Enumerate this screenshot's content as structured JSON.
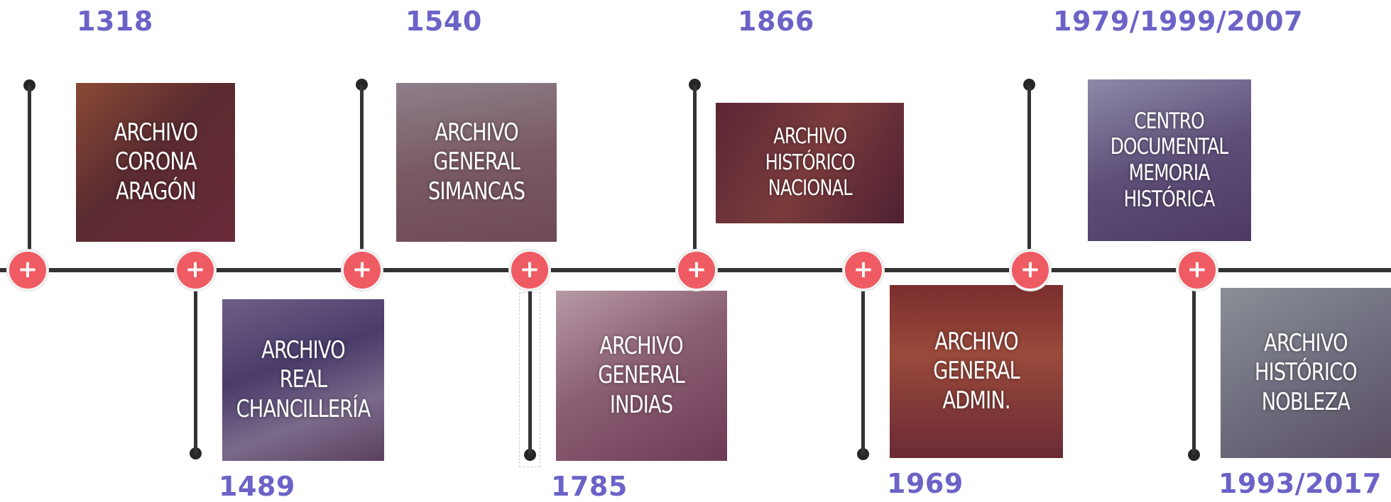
{
  "timeline": {
    "events": [
      {
        "year": "1318",
        "label": "ARCHIVO\nCORONA\nARAGÓN",
        "position": "above"
      },
      {
        "year": "1489",
        "label": "ARCHIVO\nREAL\nCHANCILLERÍA",
        "position": "below"
      },
      {
        "year": "1540",
        "label": "ARCHIVO\nGENERAL\nSIMANCAS",
        "position": "above"
      },
      {
        "year": "1785",
        "label": "ARCHIVO\nGENERAL\nINDIAS",
        "position": "below"
      },
      {
        "year": "1866",
        "label": "ARCHIVO\nHISTÓRICO\nNACIONAL",
        "position": "above"
      },
      {
        "year": "1969",
        "label": "ARCHIVO\nGENERAL\nADMIN.",
        "position": "below"
      },
      {
        "year": "1979/1999/2007",
        "label": "CENTRO\nDOCUMENTAL\nMEMORIA\nHISTÓRICA",
        "position": "above"
      },
      {
        "year": "1993/2017",
        "label": "ARCHIVO\nHISTÓRICO\nNOBLEZA",
        "position": "below"
      }
    ],
    "expand_button_glyph": "+",
    "colors": {
      "axis": "#333333",
      "year_text": "#6b63c7",
      "expand_button": "#ef5b63"
    }
  }
}
